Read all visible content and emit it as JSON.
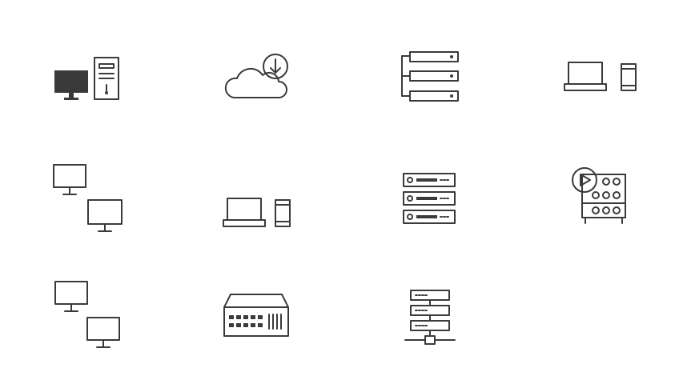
{
  "icons": [
    {
      "row": 1,
      "col": 1,
      "name": "desktop-computer-tower-icon",
      "filled_monitor": true
    },
    {
      "row": 1,
      "col": 2,
      "name": "cloud-download-icon"
    },
    {
      "row": 1,
      "col": 3,
      "name": "server-hierarchy-icon"
    },
    {
      "row": 1,
      "col": 4,
      "name": "laptop-phone-icon"
    },
    {
      "row": 2,
      "col": 1,
      "name": "two-monitors-icon"
    },
    {
      "row": 2,
      "col": 2,
      "name": "laptop-phone-icon"
    },
    {
      "row": 2,
      "col": 3,
      "name": "server-rack-icon"
    },
    {
      "row": 2,
      "col": 4,
      "name": "media-server-play-icon"
    },
    {
      "row": 3,
      "col": 1,
      "name": "two-monitors-icon"
    },
    {
      "row": 3,
      "col": 2,
      "name": "network-switch-icon"
    },
    {
      "row": 3,
      "col": 3,
      "name": "server-network-icon"
    }
  ],
  "colors": {
    "background": "#ffffff",
    "stroke": "#3a3a3a"
  }
}
